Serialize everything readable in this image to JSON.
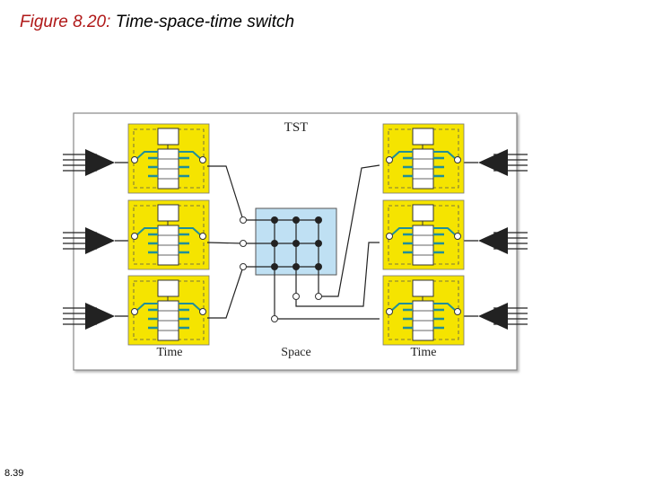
{
  "figure": {
    "number": "Figure 8.20:",
    "caption": "Time-space-time switch"
  },
  "diagram": {
    "title": "TST",
    "label_left": "Time",
    "label_center": "Space",
    "label_right": "Time"
  },
  "footer": {
    "page_number": "8.39"
  },
  "colors": {
    "tsi_block": "#f5e400",
    "crossbar": "#bfe0f3",
    "wire_teal": "#1f8f9a",
    "slot_fill": "#2a7fb8"
  }
}
